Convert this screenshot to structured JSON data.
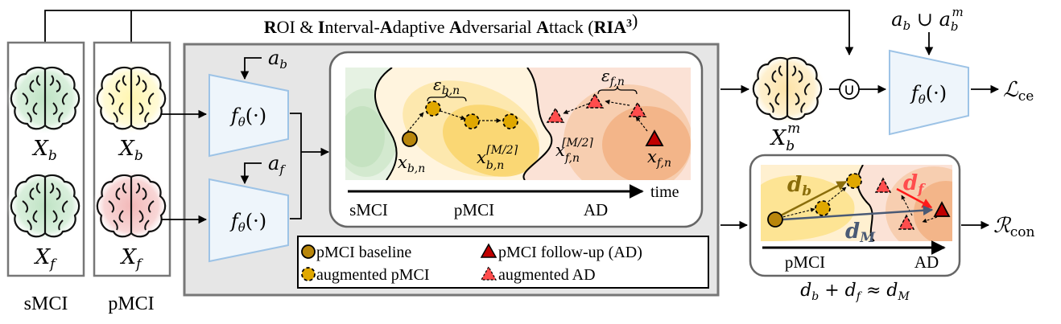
{
  "title": {
    "parts": [
      {
        "t": "R",
        "b": true
      },
      {
        "t": "OI & ",
        "b": false
      },
      {
        "t": "I",
        "b": true
      },
      {
        "t": "nterval-",
        "b": false
      },
      {
        "t": "A",
        "b": true
      },
      {
        "t": "daptive ",
        "b": false
      },
      {
        "t": "A",
        "b": true
      },
      {
        "t": "dversarial ",
        "b": false
      },
      {
        "t": "A",
        "b": true
      },
      {
        "t": "ttack (",
        "b": false
      },
      {
        "t": "RIA",
        "b": true
      },
      {
        "t": "3",
        "b": true,
        "sup": true
      },
      {
        "t": ")",
        "b": false
      }
    ]
  },
  "groups": {
    "smci": {
      "label": "sMCI",
      "top": "X",
      "top_sub": "b",
      "bottom": "X",
      "bottom_sub": "f"
    },
    "pmci": {
      "label": "pMCI",
      "top": "X",
      "top_sub": "b",
      "bottom": "X",
      "bottom_sub": "f"
    }
  },
  "encoders": {
    "fn_label": "f",
    "fn_sub": "θ",
    "fn_arg": "(·)",
    "attr_b": "a",
    "attr_b_sub": "b",
    "attr_f": "a",
    "attr_f_sub": "f"
  },
  "trajectory_panel": {
    "eps_b": "ε",
    "eps_b_sub": "b,n",
    "eps_f": "ε",
    "eps_f_sub": "f,n",
    "x_b": "x",
    "x_b_sub": "b,n",
    "x_bm": "x",
    "x_bm_sub": "b,n",
    "x_bm_sup": "⌈M/2⌉",
    "x_fm": "x",
    "x_fm_sub": "f,n",
    "x_fm_sup": "⌈M/2⌉",
    "x_f": "x",
    "x_f_sub": "f,n",
    "axis_label": "time",
    "stages": [
      "sMCI",
      "pMCI",
      "AD"
    ]
  },
  "legend": {
    "items": [
      {
        "label": "pMCI baseline",
        "marker": "circle-solid"
      },
      {
        "label": "pMCI follow-up (AD)",
        "marker": "triangle-solid"
      },
      {
        "label": "augmented pMCI",
        "marker": "circle-dashed"
      },
      {
        "label": "augmented AD",
        "marker": "triangle-dashed"
      }
    ]
  },
  "mixed": {
    "label": "X",
    "sub": "b",
    "sup": "m"
  },
  "union_symbol": "∪",
  "classifier": {
    "attr": "a",
    "attr_sub": "b",
    "union": " ∪ ",
    "attr2": "a",
    "attr2_sub": "b",
    "attr2_sup": "m",
    "loss": "ℒ",
    "loss_sub": "ce"
  },
  "consistency": {
    "d_b": "d",
    "d_b_sub": "b",
    "d_f": "d",
    "d_f_sub": "f",
    "d_m": "d",
    "d_m_sub": "M",
    "stages": [
      "pMCI",
      "AD"
    ],
    "equation": {
      "a": "d",
      "a_sub": "b",
      "plus": " + ",
      "b": "d",
      "b_sub": "f",
      "approx": " ≈ ",
      "c": "d",
      "c_sub": "M"
    },
    "reg": "ℛ",
    "reg_sub": "con"
  },
  "colors": {
    "smci_green": "#cfe8cf",
    "pmci_yellow": "#fff3c0",
    "ad_red": "#f4c0c0",
    "encoder_fill": "#eef5fb",
    "encoder_stroke": "#9dc3e6",
    "panel_grey": "#e6e6e6",
    "baseline_circle": "#b8860b",
    "aug_circle": "#e0a800",
    "followup_triangle": "#c00000",
    "aug_triangle": "#ff4d4d",
    "d_b_arrow": "#8a6d0b",
    "d_f_arrow": "#ff1a1a",
    "d_m_arrow": "#4a5a75"
  }
}
